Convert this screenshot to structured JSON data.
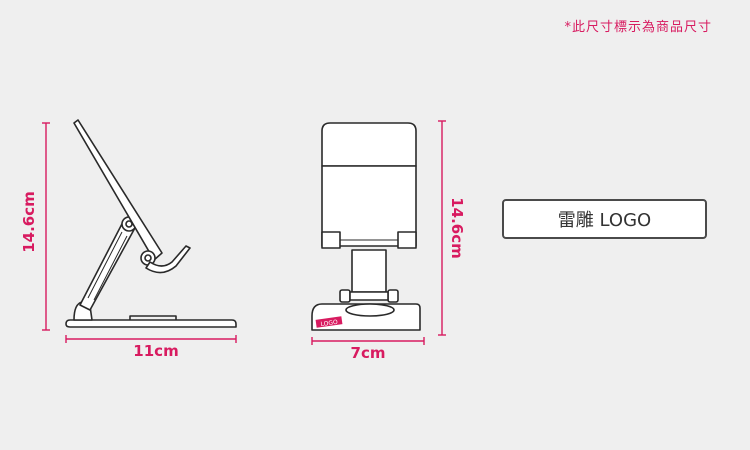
{
  "note": "*此尺寸標示為商品尺寸",
  "logo_label": "雷雕 LOGO",
  "logo_mark": "LOGO",
  "side_view": {
    "height_label": "14.6cm",
    "width_label": "11cm"
  },
  "front_view": {
    "height_label": "14.6cm",
    "width_label": "7cm"
  },
  "colors": {
    "dimension": "#d81b60",
    "outline": "#2a2a2a",
    "background": "#efefef",
    "fill": "#ffffff"
  }
}
